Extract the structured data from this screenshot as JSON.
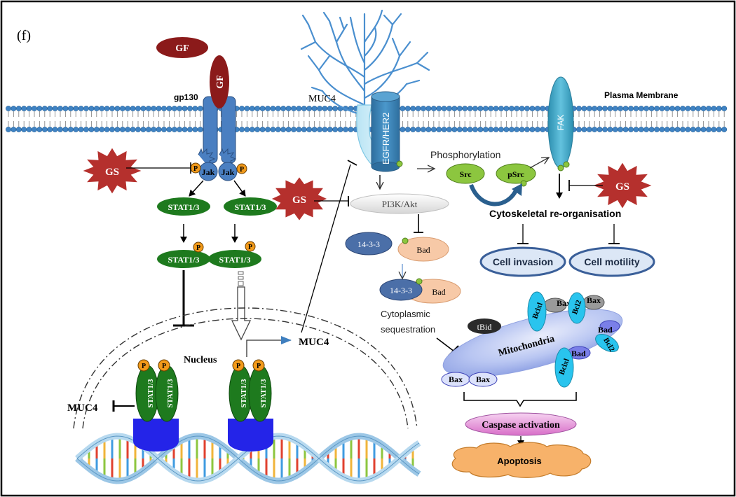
{
  "panel_label": "(f)",
  "membrane": {
    "label": "Plasma Membrane"
  },
  "gp130": {
    "label": "gp130"
  },
  "gf": {
    "free_label": "GF",
    "bound_label": "GF"
  },
  "gs": {
    "label": "GS"
  },
  "jak": {
    "label": "Jak"
  },
  "phospho": {
    "label": "P"
  },
  "stat": {
    "label": "STAT1/3"
  },
  "muc4": {
    "label": "MUC4"
  },
  "egfr": {
    "label": "EGFR/HER2"
  },
  "phosphorylation": {
    "label": "Phosphorylation"
  },
  "src": {
    "label": "Src",
    "p_label": "pSrc"
  },
  "fak": {
    "label": "FAK"
  },
  "pi3k": {
    "label": "PI3K/Akt"
  },
  "p1433": {
    "label": "14-3-3"
  },
  "bad": {
    "label": "Bad"
  },
  "cytoplasmic": {
    "line1": "Cytoplasmic",
    "line2": "sequestration"
  },
  "cytoskeletal": {
    "label": "Cytoskeletal re-organisation"
  },
  "cell_invasion": {
    "label": "Cell invasion"
  },
  "cell_motility": {
    "label": "Cell motility"
  },
  "mito": {
    "label": "Mitochondria",
    "tbid": "tBid",
    "bax": "Bax",
    "bclxl": "Bclxl",
    "bcl2": "Bcl2",
    "bad": "Bad"
  },
  "nucleus": {
    "label": "Nucleus"
  },
  "caspase": {
    "label": "Caspase activation"
  },
  "apoptosis": {
    "label": "Apoptosis"
  },
  "colors": {
    "gs_star": "#b5302d",
    "gf": "#8b1a1a",
    "stat": "#1e7a1e",
    "phospho": "#f29a1a",
    "receptor": "#4a7fc1",
    "egfr": "#3f86b5",
    "fak": "#41a9c8",
    "src": "#8cc63f",
    "bcl": "#29c4ee",
    "bad": "#f7c9a7",
    "p1433": "#4b6fa8",
    "membrane_head": "#3f83c4",
    "pill_border": "#3a5f99",
    "pill_fill": "#dce7f6",
    "caspase": "#d86ec8",
    "apoptosis": "#f7b26a",
    "blue_platform": "#2424e8"
  }
}
